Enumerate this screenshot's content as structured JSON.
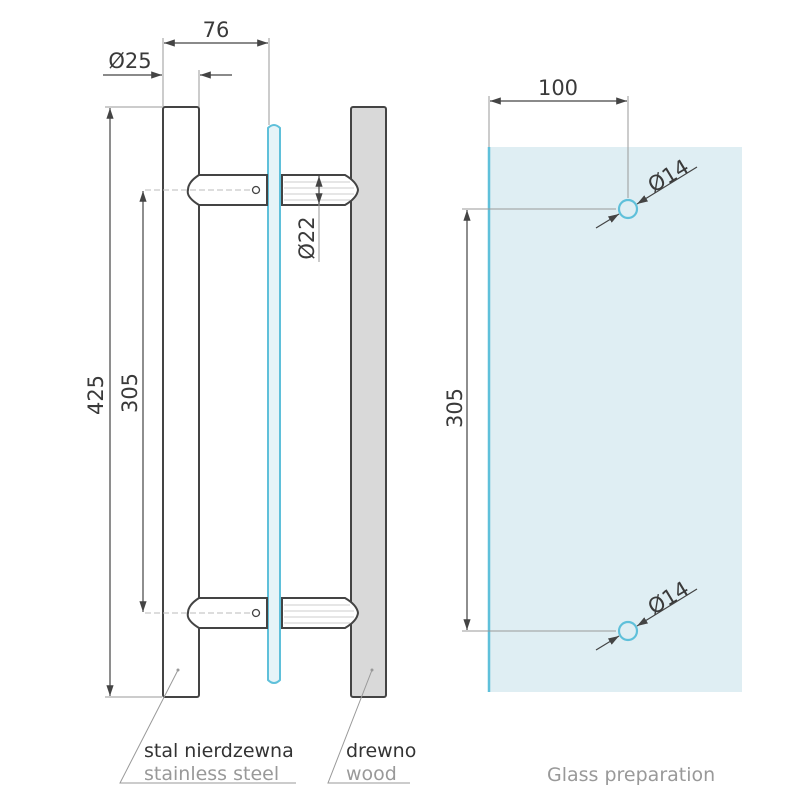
{
  "dimensions": {
    "handle_spacing": "76",
    "bar_diameter": "Ø25",
    "total_length": "425",
    "hole_spacing": "305",
    "standoff_diameter": "Ø22",
    "edge_offset": "100",
    "glass_hole_spacing": "305",
    "hole_diameter_top": "Ø14",
    "hole_diameter_bottom": "Ø14"
  },
  "labels": {
    "steel_pl": "stal nierdzewna",
    "steel_en": "stainless steel",
    "wood_pl": "drewno",
    "wood_en": "wood",
    "glass_preparation": "Glass preparation"
  },
  "colors": {
    "glass_fill": "#dfeef3",
    "glass_edge": "#5fc0da",
    "wood_fill": "#d9d9d9",
    "line": "#444444"
  }
}
